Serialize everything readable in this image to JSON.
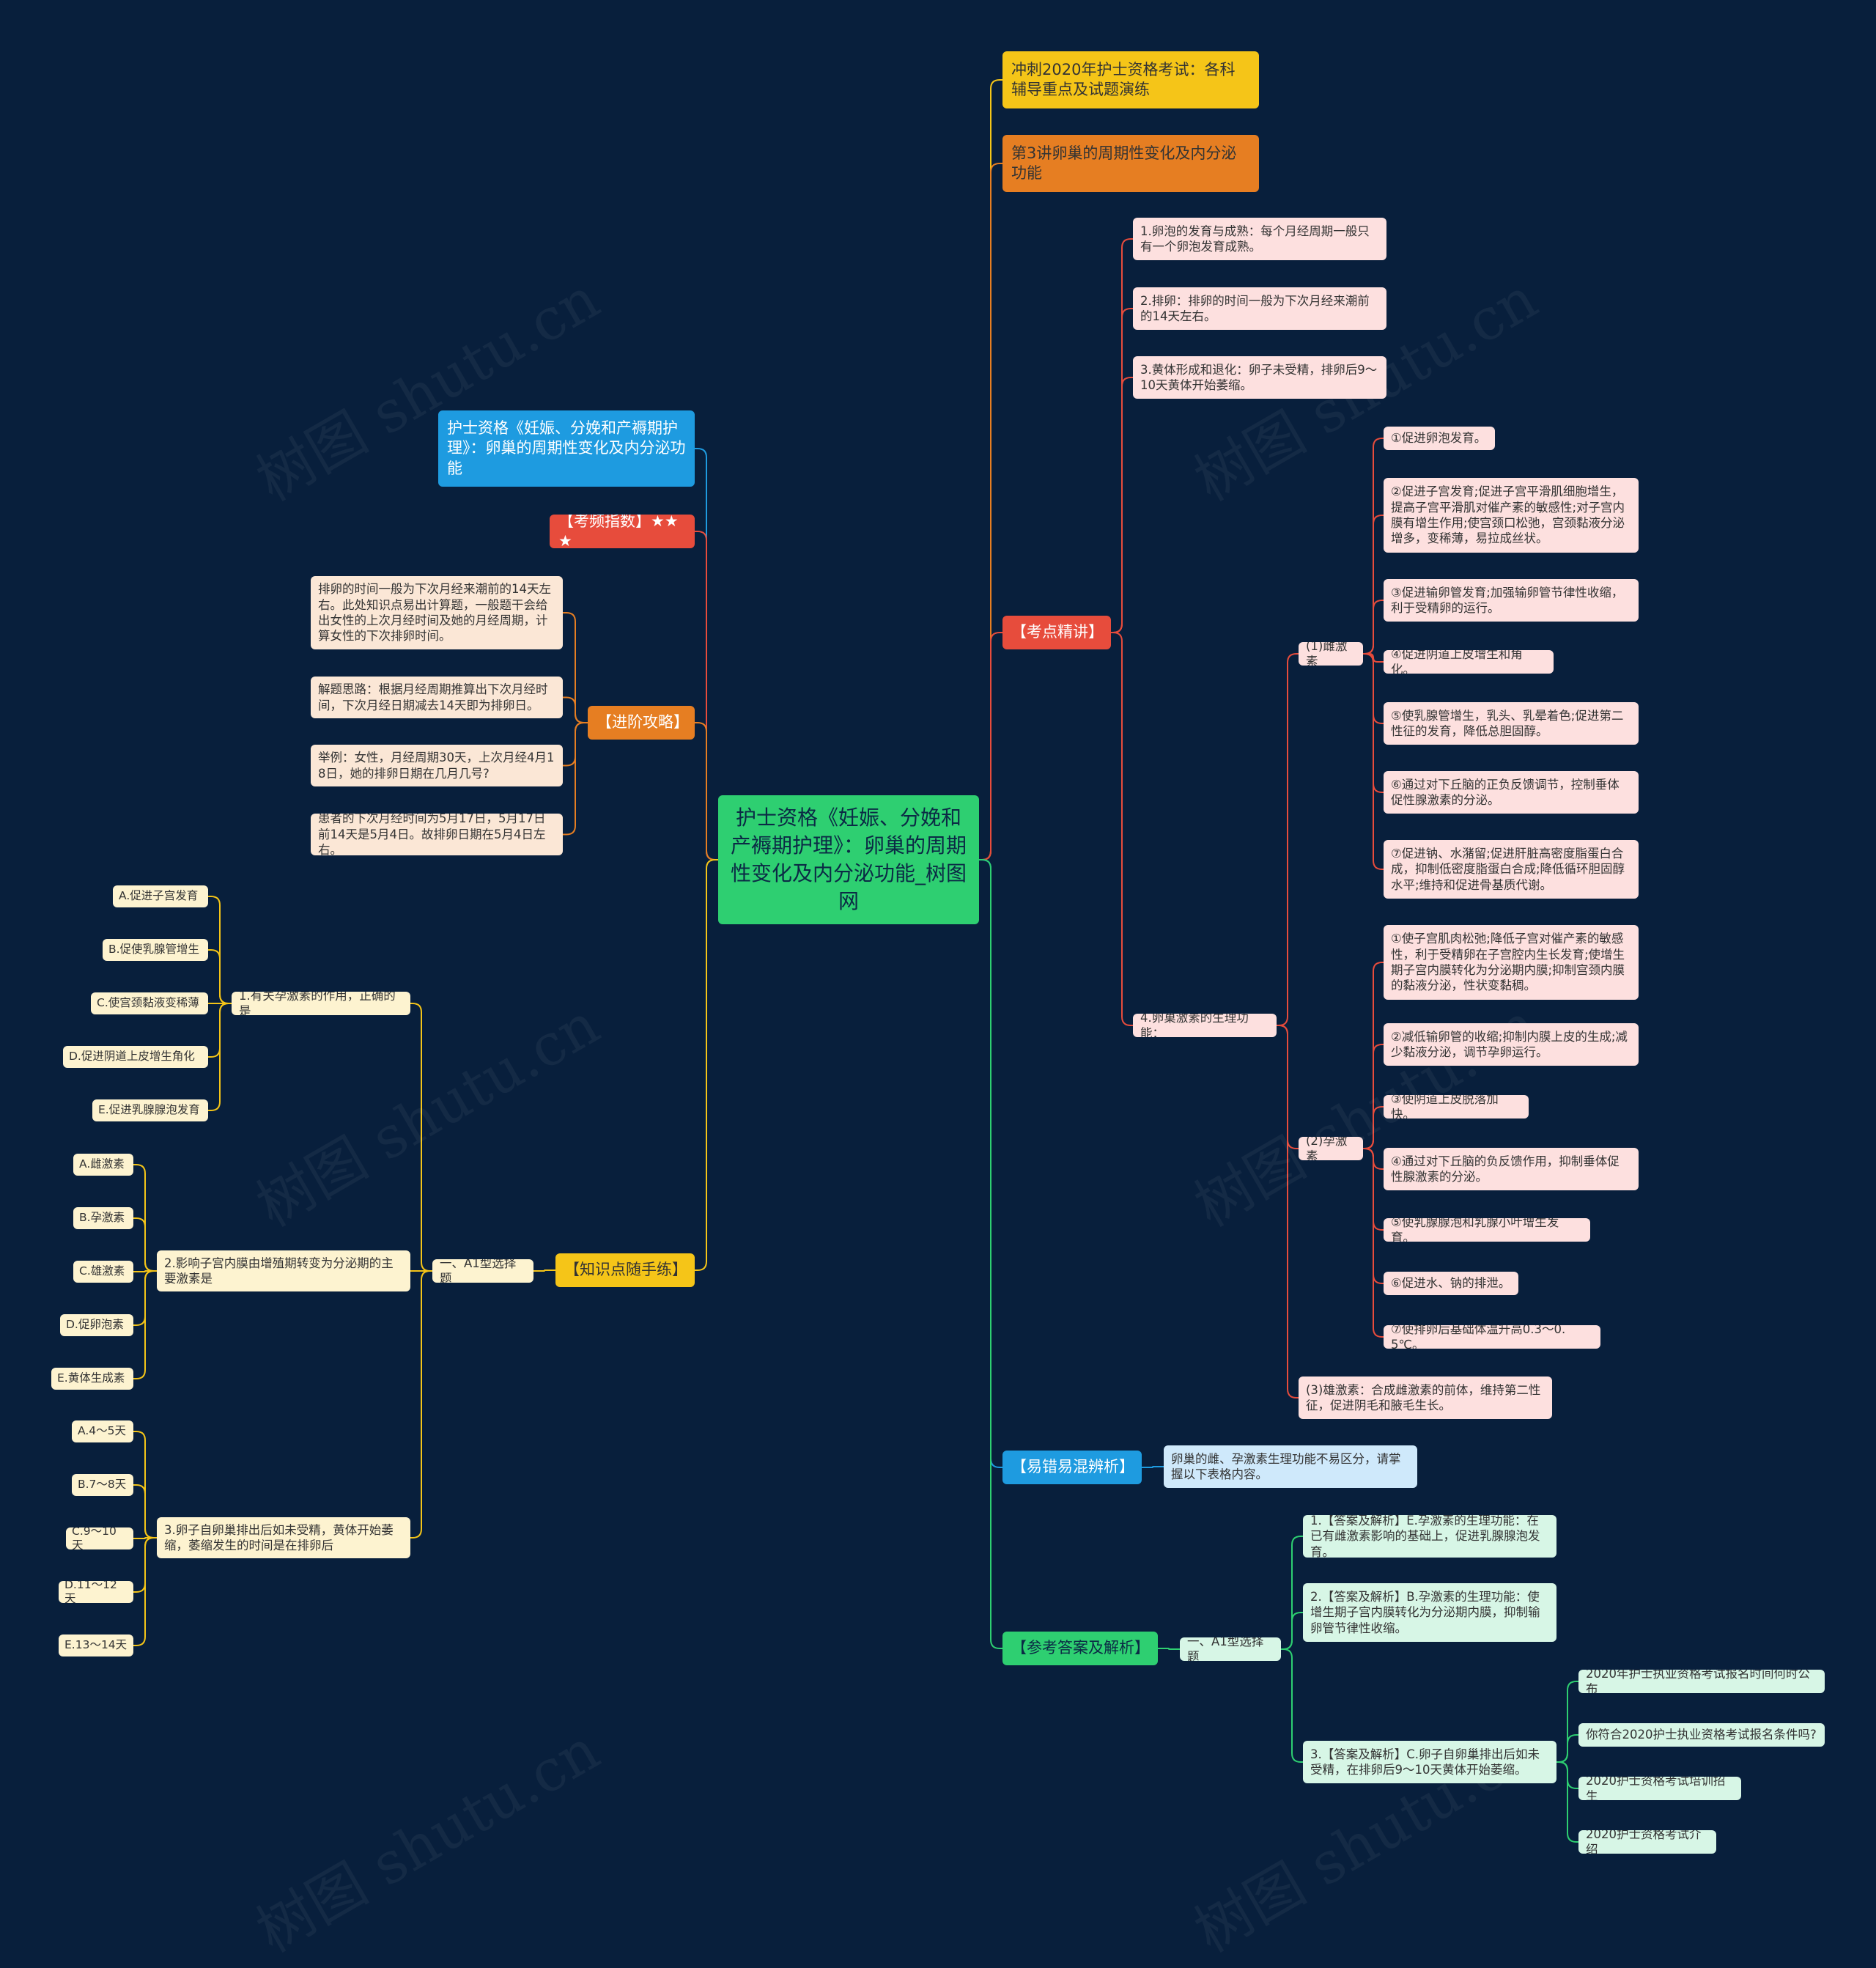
{
  "watermark": "树图 shutu.cn",
  "colors": {
    "background": "#081f3c",
    "root": "#2ecf71",
    "yellow": "#f5c518",
    "orange": "#e67e22",
    "red": "#e74c3c",
    "blue": "#1e9be0",
    "green": "#2ecf71"
  },
  "root": "护士资格《妊娠、分娩和产褥期护理》：卵巢的周期性变化及内分泌功能_树图网",
  "left": {
    "title": "护士资格《妊娠、分娩和产褥期护理》：卵巢的周期性变化及内分泌功能",
    "frequency": "【考频指数】★★★",
    "advanced": {
      "label": "【进阶攻略】",
      "items": [
        "排卵的时间一般为下次月经来潮前的14天左右。此处知识点易出计算题，一般题干会给出女性的上次月经时间及她的月经周期，计算女性的下次排卵时间。",
        "解题思路：根据月经周期推算出下次月经时间，下次月经日期减去14天即为排卵日。",
        "举例：女性，月经周期30天，上次月经4月18日，她的排卵日期在几月几号?",
        "患者的下次月经时间为5月17日，5月17日前14天是5月4日。故排卵日期在5月4日左右。"
      ]
    },
    "practice": {
      "label": "【知识点随手练】",
      "section": "一、A1型选择题",
      "questions": [
        {
          "q": "1.有关孕激素的作用，正确的是",
          "options": [
            "A.促进子宫发育",
            "B.促使乳腺管增生",
            "C.使宫颈黏液变稀薄",
            "D.促进阴道上皮增生角化",
            "E.促进乳腺腺泡发育"
          ]
        },
        {
          "q": "2.影响子宫内膜由增殖期转变为分泌期的主要激素是",
          "options": [
            "A.雌激素",
            "B.孕激素",
            "C.雄激素",
            "D.促卵泡素",
            "E.黄体生成素"
          ]
        },
        {
          "q": "3.卵子自卵巢排出后如未受精，黄体开始萎缩，萎缩发生的时间是在排卵后",
          "options": [
            "A.4～5天",
            "B.7～8天",
            "C.9～10天",
            "D.11～12天",
            "E.13～14天"
          ]
        }
      ]
    }
  },
  "right": {
    "sprint": "冲刺2020年护士资格考试：各科辅导重点及试题演练",
    "lecture": "第3讲卵巢的周期性变化及内分泌功能",
    "key": {
      "label": "【考点精讲】",
      "items": [
        "1.卵泡的发育与成熟：每个月经周期一般只有一个卵泡发育成熟。",
        "2.排卵：排卵的时间一般为下次月经来潮前的14天左右。",
        "3.黄体形成和退化：卵子未受精，排卵后9～10天黄体开始萎缩。"
      ],
      "hormone": {
        "label": "4.卵巢激素的生理功能：",
        "estrogen": {
          "label": "(1)雌激素",
          "items": [
            "①促进卵泡发育。",
            "②促进子宫发育;促进子宫平滑肌细胞增生，提高子宫平滑肌对催产素的敏感性;对子宫内膜有增生作用;使宫颈口松弛，宫颈黏液分泌增多，变稀薄，易拉成丝状。",
            "③促进输卵管发育;加强输卵管节律性收缩，利于受精卵的运行。",
            "④促进阴道上皮增生和角化。",
            "⑤使乳腺管增生，乳头、乳晕着色;促进第二性征的发育，降低总胆固醇。",
            "⑥通过对下丘脑的正负反馈调节，控制垂体促性腺激素的分泌。",
            "⑦促进钠、水潴留;促进肝脏高密度脂蛋白合成，抑制低密度脂蛋白合成;降低循环胆固醇水平;维持和促进骨基质代谢。"
          ]
        },
        "progesterone": {
          "label": "(2)孕激素",
          "items": [
            "①使子宫肌肉松弛;降低子宫对催产素的敏感性，利于受精卵在子宫腔内生长发育;使增生期子宫内膜转化为分泌期内膜;抑制宫颈内膜的黏液分泌，性状变黏稠。",
            "②减低输卵管的收缩;抑制内膜上皮的生成;减少黏液分泌，调节孕卵运行。",
            "③使阴道上皮脱落加快。",
            "④通过对下丘脑的负反馈作用，抑制垂体促性腺激素的分泌。",
            "⑤使乳腺腺泡和乳腺小叶增生发育。",
            "⑥促进水、钠的排泄。",
            "⑦使排卵后基础体温升高0.3～0.5℃。"
          ]
        },
        "androgen": "(3)雄激素：合成雌激素的前体，维持第二性征，促进阴毛和腋毛生长。"
      }
    },
    "confusion": {
      "label": "【易错易混辨析】",
      "text": "卵巢的雌、孕激素生理功能不易区分，请掌握以下表格内容。"
    },
    "answers": {
      "label": "【参考答案及解析】",
      "section": "一、A1型选择题",
      "items": [
        "1.【答案及解析】E.孕激素的生理功能：在已有雌激素影响的基础上，促进乳腺腺泡发育。",
        "2.【答案及解析】B.孕激素的生理功能：使增生期子宫内膜转化为分泌期内膜，抑制输卵管节律性收缩。",
        "3.【答案及解析】C.卵子自卵巢排出后如未受精，在排卵后9～10天黄体开始萎缩。"
      ],
      "links": [
        "2020年护士执业资格考试报名时间何时公布",
        "你符合2020护士执业资格考试报名条件吗?",
        "2020护士资格考试培训招生",
        "2020护士资格考试介绍"
      ]
    }
  }
}
